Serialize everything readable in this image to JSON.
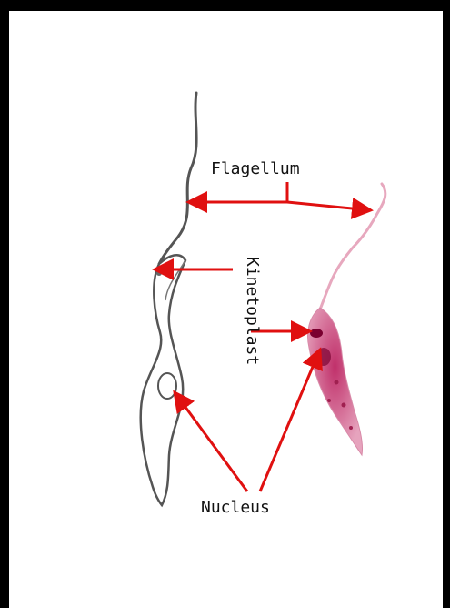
{
  "labels": {
    "flagellum": "Flagellum",
    "kinetoplast": "Kinetoplast",
    "nucleus": "Nucleus"
  },
  "colors": {
    "border": "#000000",
    "background": "#ffffff",
    "arrow": "#e01010",
    "outline": "#555555",
    "stain_light": "#e7a8be",
    "stain_dark": "#7a0030"
  }
}
